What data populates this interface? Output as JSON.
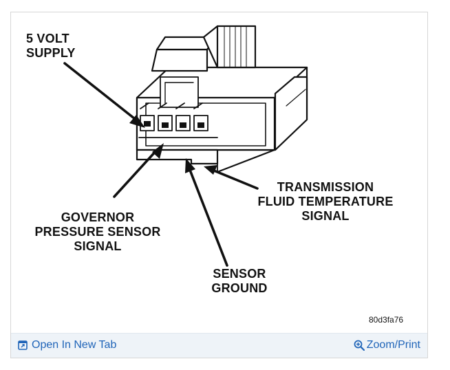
{
  "diagram": {
    "labels": {
      "five_volt_line1": "5 VOLT",
      "five_volt_line2": "SUPPLY",
      "transmission_line1": "TRANSMISSION",
      "transmission_line2": "FLUID TEMPERATURE",
      "transmission_line3": "SIGNAL",
      "governor_line1": "GOVERNOR",
      "governor_line2": "PRESSURE SENSOR",
      "governor_line3": "SIGNAL",
      "ground_line1": "SENSOR",
      "ground_line2": "GROUND"
    },
    "figure_code": "80d3fa76"
  },
  "footer": {
    "open_label": "Open In New Tab",
    "zoom_label": "Zoom/Print",
    "link_color": "#1f64b8"
  }
}
